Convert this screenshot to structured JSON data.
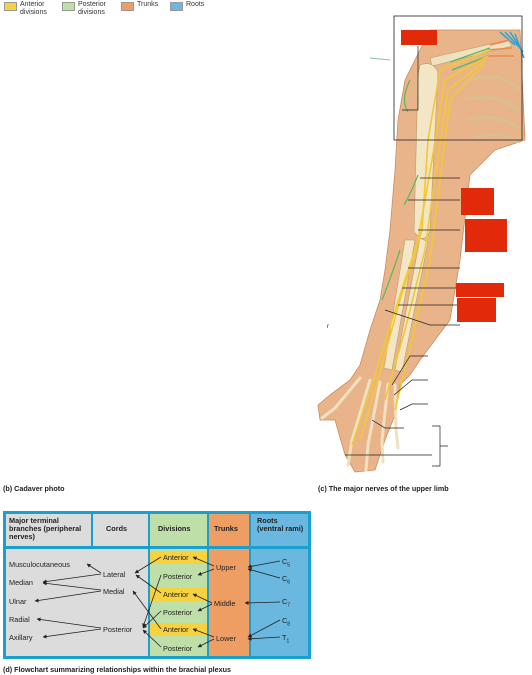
{
  "legend": [
    {
      "label": "Anterior divisions",
      "color": "#f7d23e"
    },
    {
      "label": "Posterior divisions",
      "color": "#bfdfa9"
    },
    {
      "label": "Trunks",
      "color": "#ee9e63"
    },
    {
      "label": "Roots",
      "color": "#6ab8df"
    }
  ],
  "captions": {
    "b": "(b) Cadaver photo",
    "c": "(c) The major nerves of the upper limb",
    "d": "(d) Flowchart summarizing relationships within the brachial plexus"
  },
  "arm_letter": "r",
  "flowchart": {
    "headers": {
      "terminal": "Major terminal branches (peripheral nerves)",
      "cords": "Cords",
      "divisions": "Divisions",
      "trunks": "Trunks",
      "roots": "Roots (ventral rami)"
    },
    "terminal_branches": [
      "Musculocutaneous",
      "Median",
      "Ulnar",
      "Radial",
      "Axillary"
    ],
    "cords": [
      "Lateral",
      "Medial",
      "Posterior"
    ],
    "divisions": [
      "Anterior",
      "Posterior",
      "Anterior",
      "Posterior",
      "Anterior",
      "Posterior"
    ],
    "trunks": [
      "Upper",
      "Middle",
      "Lower"
    ],
    "roots": [
      {
        "base": "C",
        "sub": "5"
      },
      {
        "base": "C",
        "sub": "6"
      },
      {
        "base": "C",
        "sub": "7"
      },
      {
        "base": "C",
        "sub": "8"
      },
      {
        "base": "T",
        "sub": "1"
      }
    ],
    "colors": {
      "header_bg": "#1a9fcf",
      "terminal_bg": "#dcdcdc",
      "divisions_bg": "#bfdfa9",
      "anterior_bg": "#f7d23e",
      "trunks_bg": "#ee9e63",
      "roots_bg": "#6ab8df"
    }
  }
}
